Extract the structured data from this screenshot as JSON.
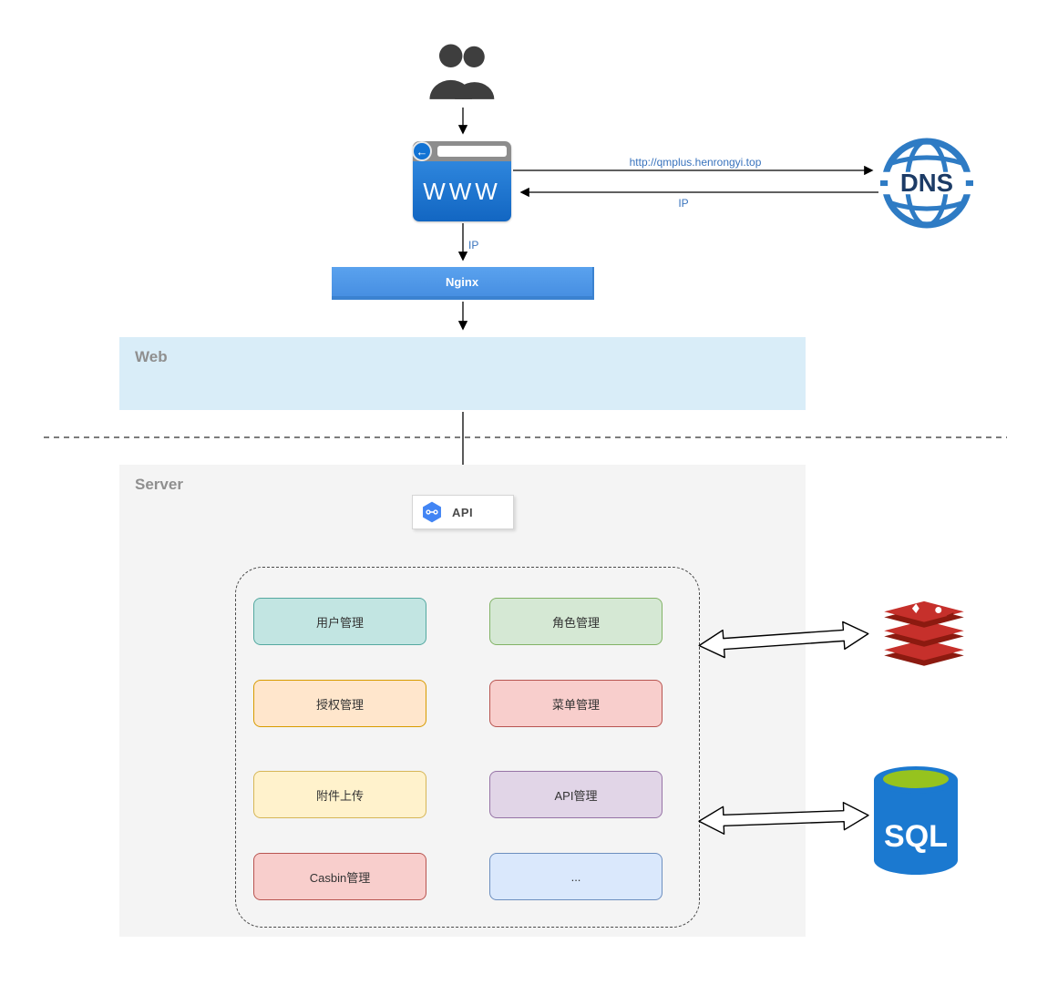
{
  "diagram": {
    "browser": {
      "label": "WWW"
    },
    "dns": {
      "label": "DNS"
    },
    "nginx": {
      "label": "Nginx"
    },
    "web_zone": {
      "label": "Web"
    },
    "server_zone": {
      "label": "Server"
    },
    "api": {
      "label": "API"
    },
    "sql": {
      "label": "SQL"
    },
    "edges": {
      "url_label": "http://qmplus.henrongyi.top",
      "dns_ip_label": "IP",
      "nginx_ip_label": "IP"
    },
    "modules": [
      {
        "label": "用户管理",
        "fill": "#c2e5e2",
        "stroke": "#54a8a0"
      },
      {
        "label": "角色管理",
        "fill": "#d5e8d4",
        "stroke": "#82b366"
      },
      {
        "label": "授权管理",
        "fill": "#ffe6cc",
        "stroke": "#d79b00"
      },
      {
        "label": "菜单管理",
        "fill": "#f8cecc",
        "stroke": "#b85450"
      },
      {
        "label": "附件上传",
        "fill": "#fff2cc",
        "stroke": "#d6b656"
      },
      {
        "label": "API管理",
        "fill": "#e1d5e7",
        "stroke": "#9673a6"
      },
      {
        "label": "Casbin管理",
        "fill": "#f8cecc",
        "stroke": "#b85450"
      },
      {
        "label": "...",
        "fill": "#dae8fc",
        "stroke": "#6c8ebf"
      }
    ],
    "colors": {
      "edge_label_blue": "#3973bd",
      "nginx_fill": "#4f9bea",
      "web_fill": "#d9edf8",
      "server_fill": "#f4f4f4",
      "browser_blue": "#1266c2",
      "dns_blue": "#2e7bc4",
      "redis_red": "#c6302b",
      "sql_blue": "#1b79d0",
      "sql_green": "#96c31e"
    }
  }
}
